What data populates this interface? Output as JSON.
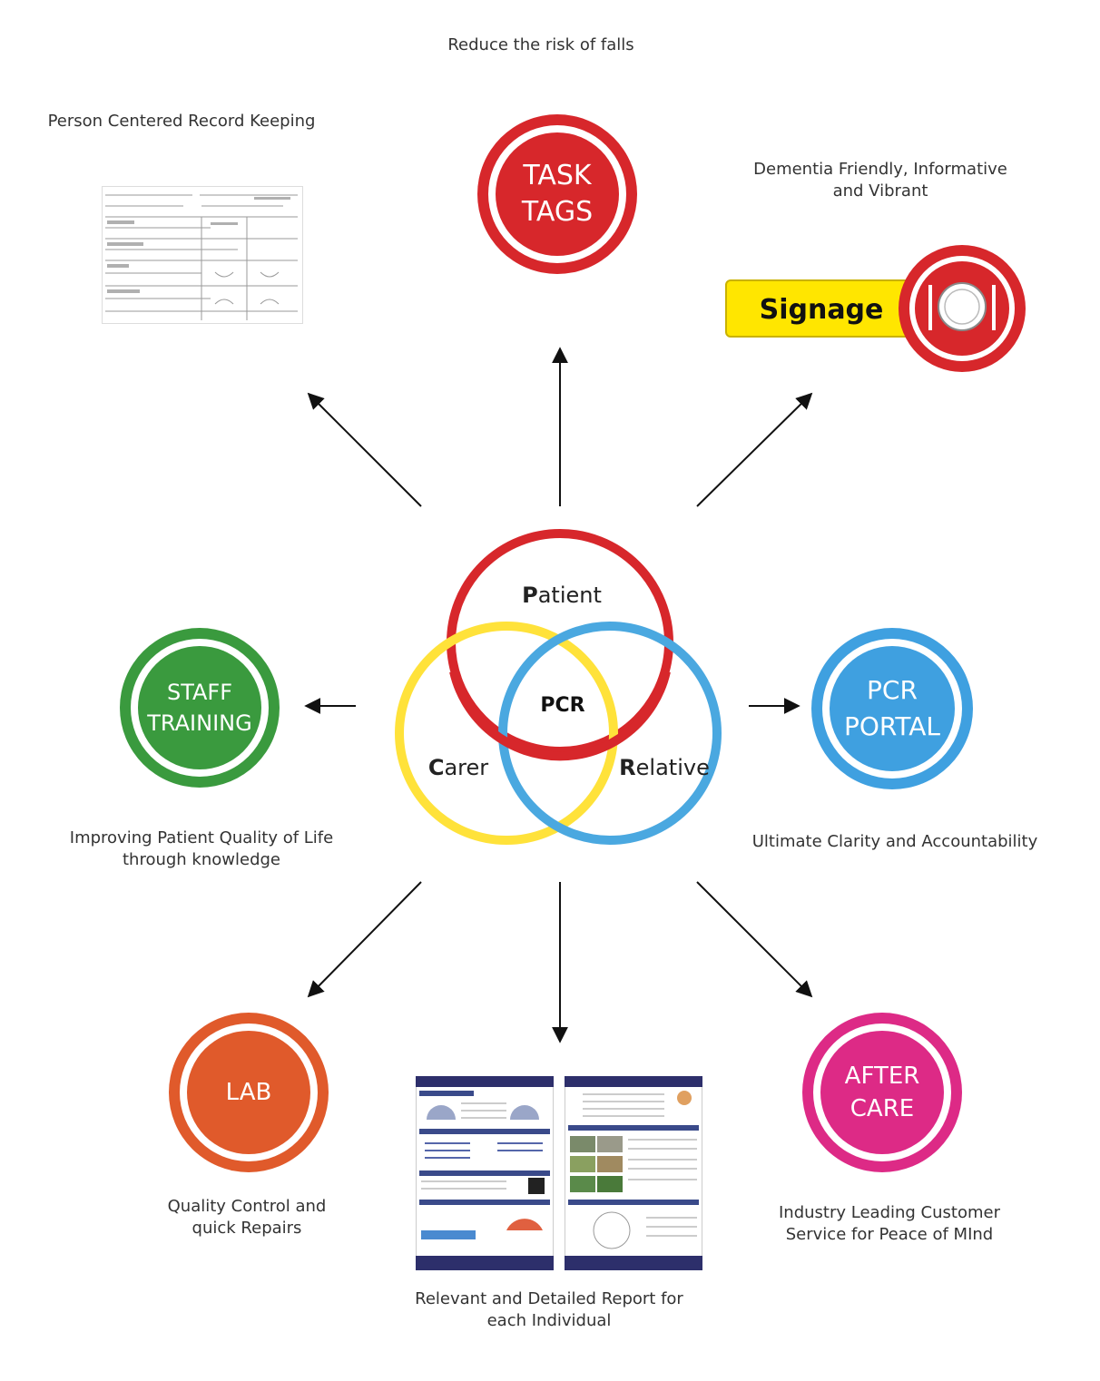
{
  "captions": {
    "top": "Reduce the risk of falls",
    "top_left": "Person Centered Record Keeping",
    "top_right": [
      "Dementia Friendly, Informative",
      "and Vibrant"
    ],
    "left": [
      "Improving Patient Quality of Life",
      "through knowledge"
    ],
    "right": "Ultimate Clarity and Accountability",
    "bottom_left": [
      "Quality Control and",
      "quick Repairs"
    ],
    "bottom": [
      "Relevant and Detailed Report for",
      "each Individual"
    ],
    "bottom_right": [
      "Industry Leading Customer",
      "Service for Peace of  MInd"
    ]
  },
  "badges": {
    "task_tags": {
      "lines": [
        "TASK",
        "TAGS"
      ],
      "color": "#d7272b"
    },
    "staff_training": {
      "lines": [
        "STAFF",
        "TRAINING"
      ],
      "color": "#3a9a3e"
    },
    "pcr_portal": {
      "lines": [
        "PCR",
        "PORTAL"
      ],
      "color": "#3fa0e0"
    },
    "lab": {
      "lines": [
        "LAB"
      ],
      "color": "#e05a2b"
    },
    "after_care": {
      "lines": [
        "AFTER",
        "CARE"
      ],
      "color": "#dd2a86"
    }
  },
  "signage": {
    "label": "Signage",
    "sign_color": "#ffe600",
    "disc_color": "#d7272b"
  },
  "venn": {
    "patient": {
      "initial": "P",
      "rest": "atient",
      "color": "#d7272b"
    },
    "carer": {
      "initial": "C",
      "rest": "arer",
      "color": "#ffe23a"
    },
    "relative": {
      "initial": "R",
      "rest": "elative",
      "color": "#4aa8e0"
    },
    "center": "PCR"
  }
}
